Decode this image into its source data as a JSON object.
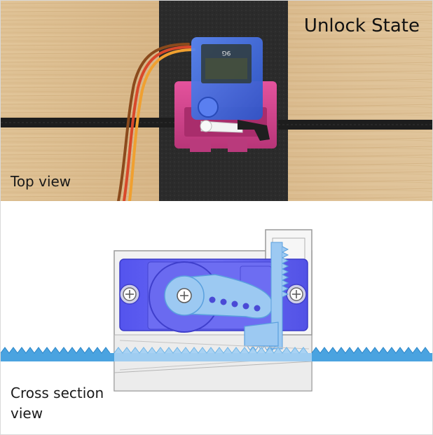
{
  "photo": {
    "title": "Unlock State",
    "view_label": "Top view",
    "servo_label": "9G"
  },
  "diagram": {
    "view_label": "Cross section view"
  },
  "colors": {
    "wood": "#d9b98c",
    "strap": "#2a2a2a",
    "servo_blue": "#3f6ee8",
    "mount_pink": "#d8438f",
    "diagram_blue": "#5b5bf0",
    "diagram_light_blue": "#9cc9f2",
    "rack_blue": "#4aa3e0"
  }
}
